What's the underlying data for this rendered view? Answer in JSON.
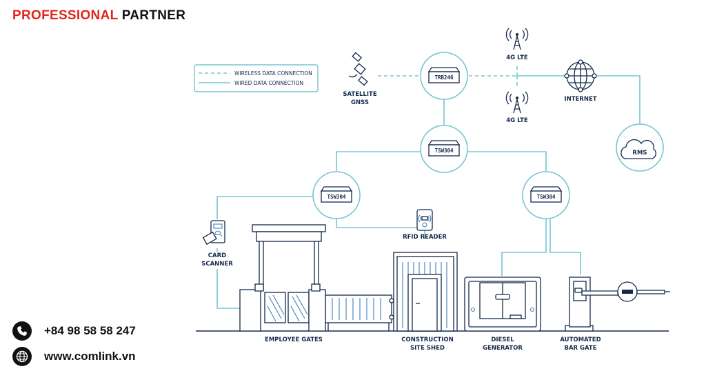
{
  "brand": {
    "part1": "PROFESSIONAL",
    "part2": "PARTNER"
  },
  "contact": {
    "phone": "+84 98 58 58 247",
    "website": "www.comlink.vn"
  },
  "legend": {
    "wireless": "WIRELESS DATA CONNECTION",
    "wired": "WIRED DATA CONNECTION"
  },
  "nodes": {
    "satellite": {
      "line1": "SATELLITE",
      "line2": "GNSS"
    },
    "router": "TRB246",
    "lte_top": "4G LTE",
    "lte_bottom": "4G LTE",
    "internet": "INTERNET",
    "rms": "RMS",
    "switch_main": "TSW304",
    "switch_left": "TSW304",
    "switch_right": "TSW304",
    "card_scanner": {
      "line1": "CARD",
      "line2": "SCANNER"
    },
    "rfid_reader": "RFID READER",
    "employee_gates": "EMPLOYEE GATES",
    "site_shed": {
      "line1": "CONSTRUCTION",
      "line2": "SITE SHED"
    },
    "generator": {
      "line1": "DIESEL",
      "line2": "GENERATOR"
    },
    "bar_gate": {
      "line1": "AUTOMATED",
      "line2": "BAR GATE"
    }
  },
  "colors": {
    "brand_red": "#e1251b",
    "line": "#76c5d2",
    "ink": "#13294b",
    "accent_blue": "#3f7fb8"
  },
  "icons": {
    "phone": "phone-icon",
    "website": "globe-icon"
  }
}
